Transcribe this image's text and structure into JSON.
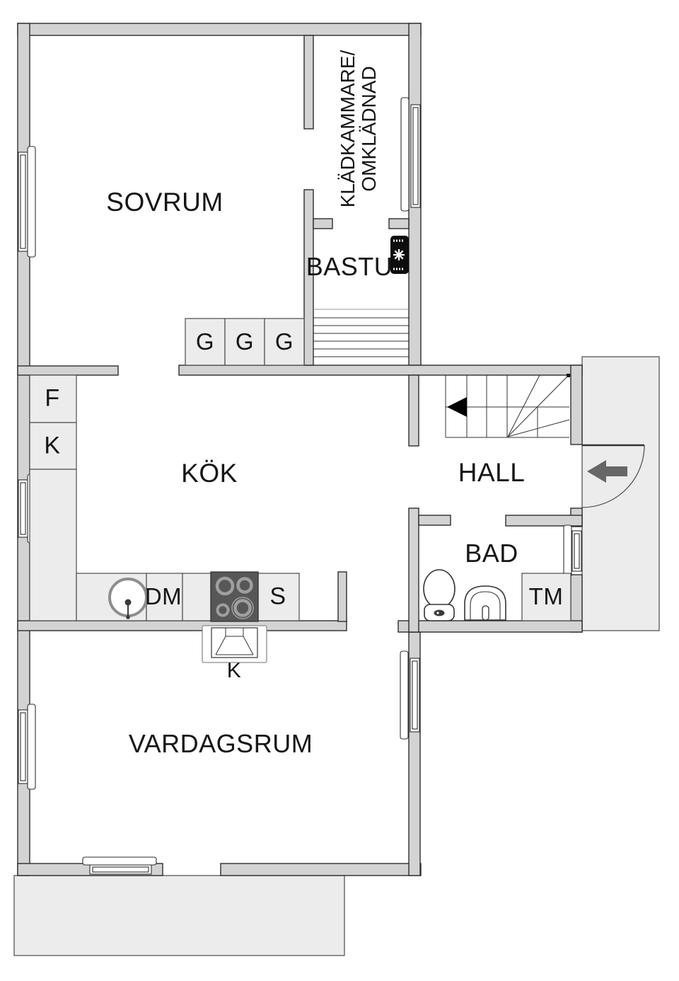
{
  "type": "floor-plan",
  "rooms": {
    "sovrum": "SOVRUM",
    "kladkammare_line1": "KLÄDKAMMARE/",
    "kladkammare_line2": "OMKLÄDNAD",
    "bastu": "BASTU",
    "kok": "KÖK",
    "hall": "HALL",
    "bad": "BAD",
    "vardagsrum": "VARDAGSRUM"
  },
  "fixtures": {
    "wardrobe1": "G",
    "wardrobe2": "G",
    "wardrobe3": "G",
    "fridge": "F",
    "freezer": "K",
    "dishwasher": "DM",
    "stove": "S",
    "chimney": "K",
    "washing_machine": "TM"
  },
  "colors": {
    "wall_fill": "#d3d3d3",
    "wall_stroke": "#2d2d2d",
    "fixture_fill": "#ececec",
    "stove_fill": "#575757",
    "exterior_fill": "#ececec",
    "sauna_heater": "#0d0d0d",
    "stair_arrow": "#000000",
    "entrance_arrow": "#676767",
    "text": "#151515"
  }
}
